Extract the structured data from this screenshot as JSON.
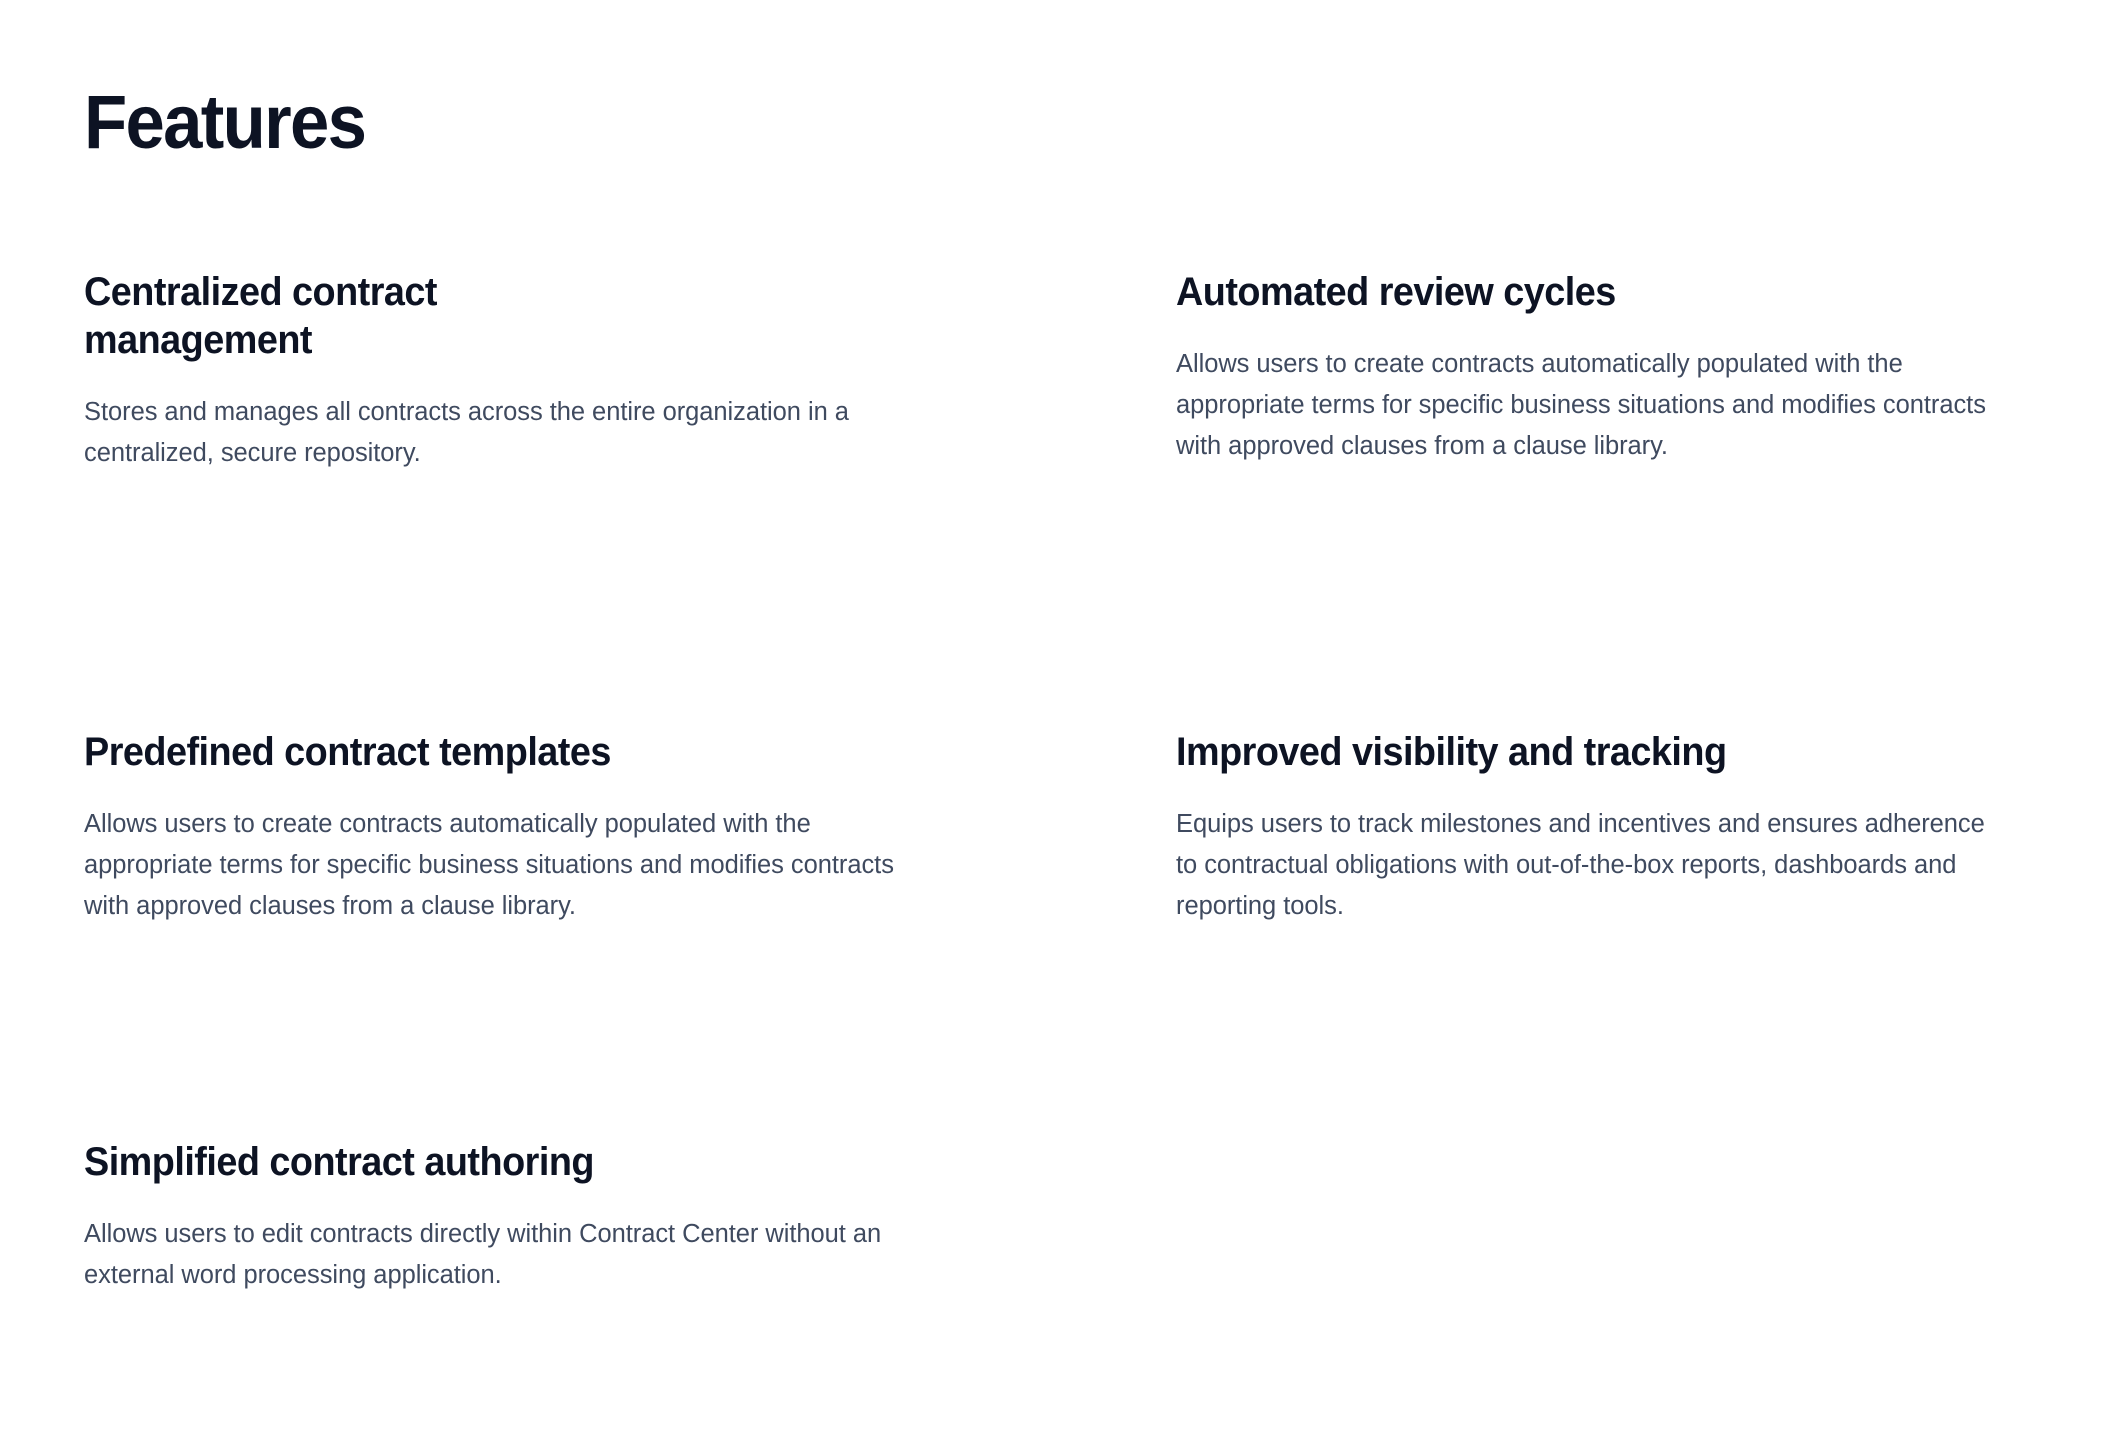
{
  "page": {
    "title": "Features",
    "background_color": "#ffffff",
    "heading_color": "#0d1323",
    "body_text_color": "#3f4a5f"
  },
  "features": [
    {
      "id": "centralized-contract-management",
      "heading": "Centralized contract management",
      "body": "Stores and manages all contracts across the entire organization in a centralized, secure repository."
    },
    {
      "id": "automated-review-cycles",
      "heading": "Automated review cycles",
      "body": "Allows users to create contracts automatically populated with the appropriate terms for specific business situations and modifies contracts with approved clauses from a clause library."
    },
    {
      "id": "predefined-contract-templates",
      "heading": "Predefined contract templates",
      "body": "Allows users to create contracts automatically populated with the appropriate terms for specific business situations and modifies contracts with approved clauses from a clause library."
    },
    {
      "id": "improved-visibility-and-tracking",
      "heading": "Improved visibility and tracking",
      "body": "Equips users to track milestones and incentives and ensures adherence to contractual obligations with out-of-the-box reports, dashboards and reporting tools."
    },
    {
      "id": "simplified-contract-authoring",
      "heading": "Simplified contract authoring",
      "body": "Allows users to edit contracts directly within Contract Center without an external word processing application."
    }
  ]
}
